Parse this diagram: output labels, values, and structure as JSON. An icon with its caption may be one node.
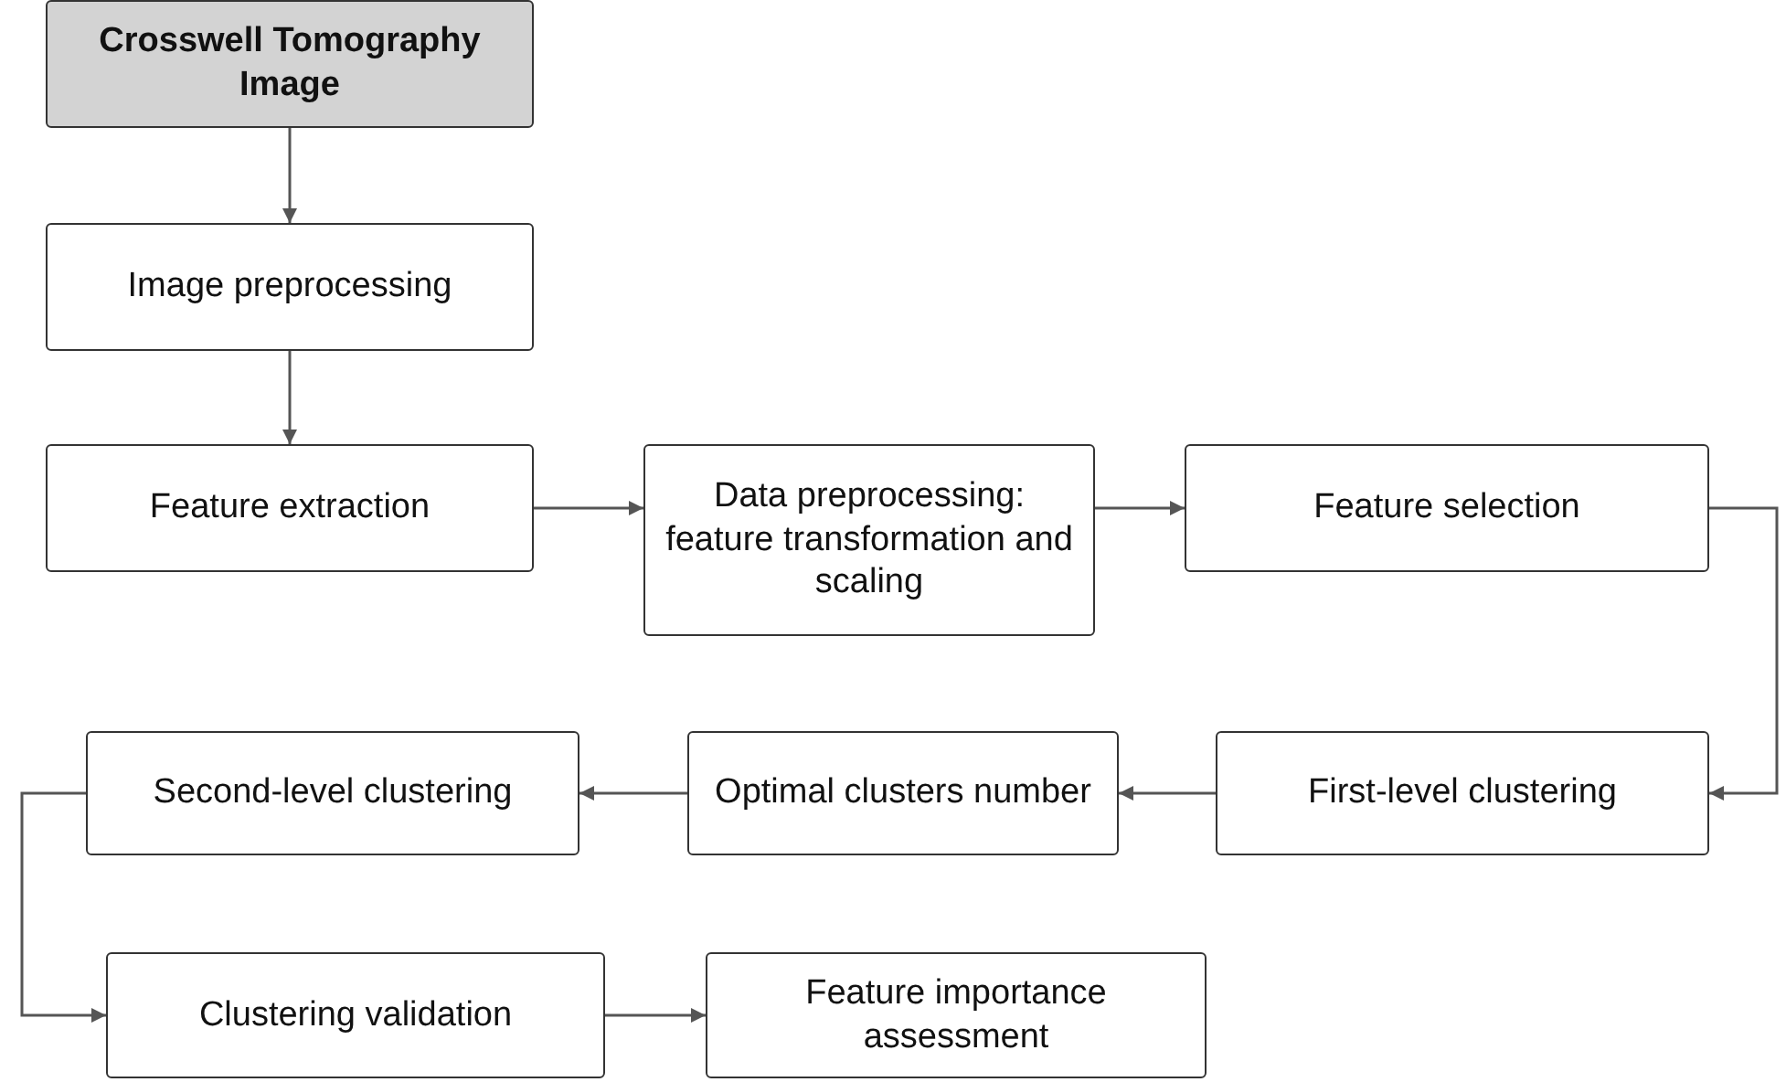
{
  "diagram": {
    "nodes": [
      {
        "text": [
          "Crosswell Tomography Image"
        ]
      },
      {
        "text": [
          "Image preprocessing"
        ]
      },
      {
        "text": [
          "Feature extraction"
        ]
      },
      {
        "text": [
          "Data preprocessing: feature transformation and scaling"
        ]
      },
      {
        "text": [
          "Feature selection"
        ]
      },
      {
        "text": [
          "First-level clustering"
        ]
      },
      {
        "text": [
          "Optimal clusters number"
        ]
      },
      {
        "text": [
          "Second-level clustering"
        ]
      },
      {
        "text": [
          "Clustering validation"
        ]
      },
      {
        "text": [
          "Feature importance assessment"
        ]
      }
    ],
    "edges": [
      {
        "from": 0,
        "to": 1,
        "arrow": "to"
      },
      {
        "from": 1,
        "to": 2,
        "arrow": "to"
      },
      {
        "from": 2,
        "to": 3,
        "arrow": "to"
      },
      {
        "from": 3,
        "to": 4,
        "arrow": "to"
      },
      {
        "from": 4,
        "to": 5,
        "arrow": "to"
      },
      {
        "from": 5,
        "to": 6,
        "arrow": "to"
      },
      {
        "from": 6,
        "to": 7,
        "arrow": "to"
      },
      {
        "from": 7,
        "to": 8,
        "arrow": "to"
      },
      {
        "from": 8,
        "to": 9,
        "arrow": "to"
      }
    ]
  }
}
